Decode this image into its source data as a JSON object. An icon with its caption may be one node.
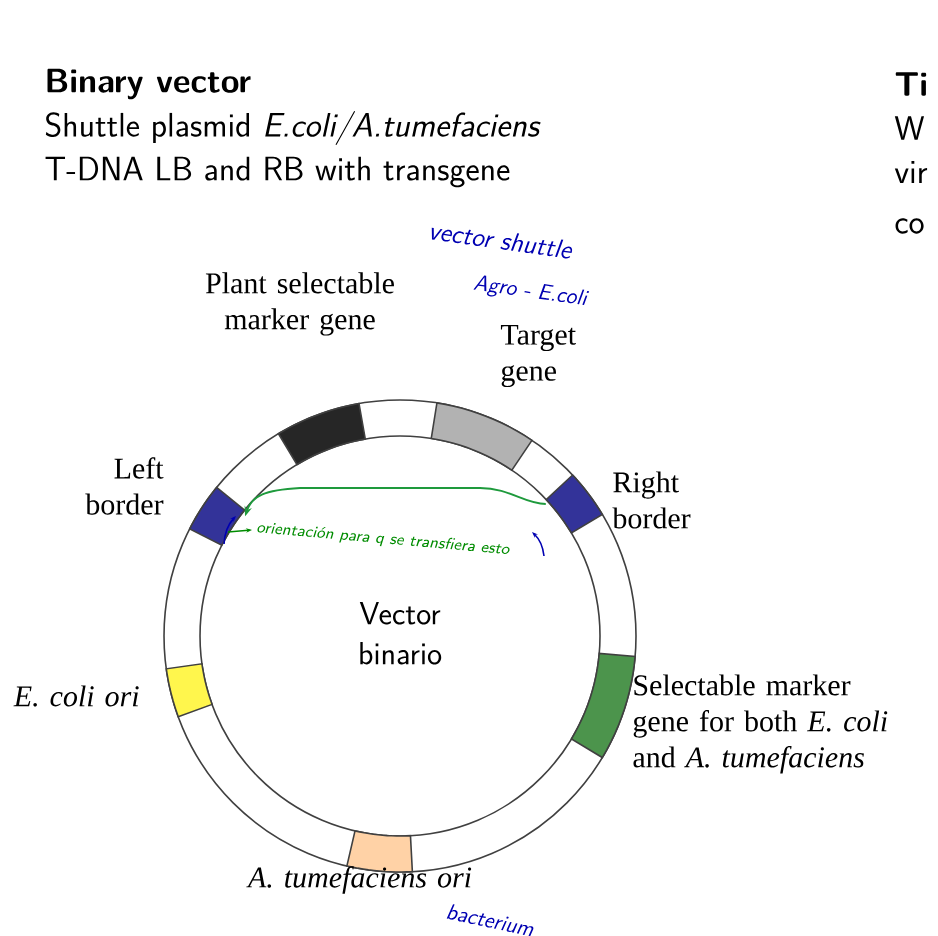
{
  "diagram": {
    "title": "Binary vector",
    "nodes": [
      {
        "text": [
          "Vector binario"
        ]
      },
      {
        "text": [],
        "shape": "box",
        "in": 0,
        "beside": [
          "Plant selectable marker gene"
        ]
      },
      {
        "text": [],
        "shape": "box",
        "in": 0,
        "beside": [
          "Target gene"
        ]
      },
      {
        "text": [],
        "shape": "box",
        "in": 0,
        "beside": [
          "Left border"
        ]
      },
      {
        "text": [],
        "shape": "box",
        "in": 0,
        "beside": [
          "Right border"
        ]
      },
      {
        "text": [],
        "shape": "box",
        "in": 0,
        "beside": [
          "E. coli ori"
        ]
      },
      {
        "text": [],
        "shape": "box",
        "in": 0,
        "beside": [
          "Selectable marker gene for both *E. coli* and *A. tumefaciens*"
        ]
      },
      {
        "text": [],
        "shape": "box",
        "in": 0,
        "beside": [
          "A. tumefaciens ori"
        ]
      }
    ],
    "edges": [
      {
        "from": 4,
        "to": 3,
        "arrow": "to",
        "color": "#1e9a3c"
      }
    ],
    "labels": [
      "Shuttle plasmid *E.coli/A.tumefaciens*",
      "T-DNA LB and RB with transgene",
      "Ti",
      "W",
      "vir",
      "co",
      "vector shuttle",
      "Agro - E.coli",
      "orientación para q se transfiera esto",
      "bacterium"
    ]
  }
}
